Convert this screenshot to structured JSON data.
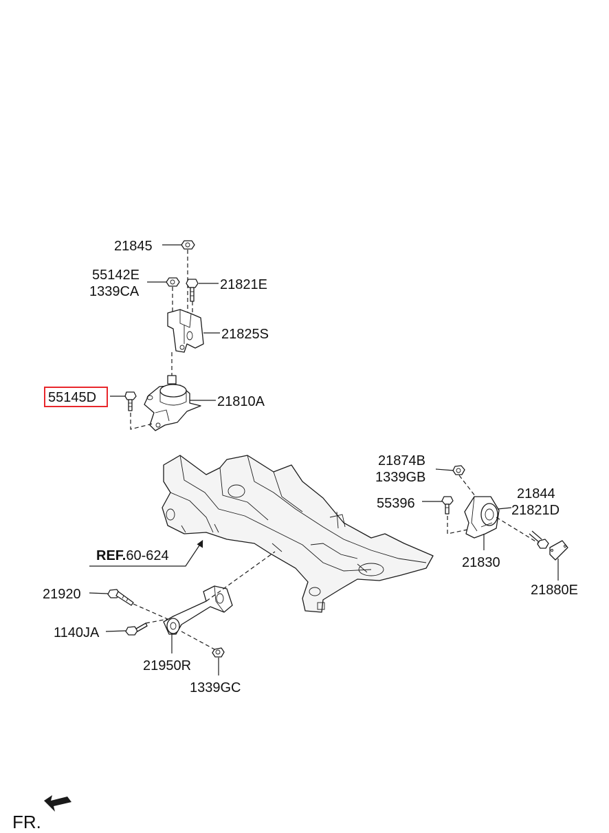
{
  "labels": {
    "p21845": "21845",
    "p55142E": "55142E",
    "p1339CA": "1339CA",
    "p21821E": "21821E",
    "p21825S": "21825S",
    "p55145D": "55145D",
    "p21810A": "21810A",
    "p21874B": "21874B",
    "p1339GB": "1339GB",
    "p55396": "55396",
    "p21844": "21844",
    "p21821D": "21821D",
    "p21830": "21830",
    "p21880E": "21880E",
    "p21920": "21920",
    "p1140JA": "1140JA",
    "p21950R": "21950R",
    "p1339GC": "1339GC"
  },
  "reference": {
    "prefix": "REF.",
    "code": "60-624"
  },
  "direction": {
    "label": "FR."
  },
  "highlight": {
    "part": "55145D",
    "color": "#e8262b"
  }
}
